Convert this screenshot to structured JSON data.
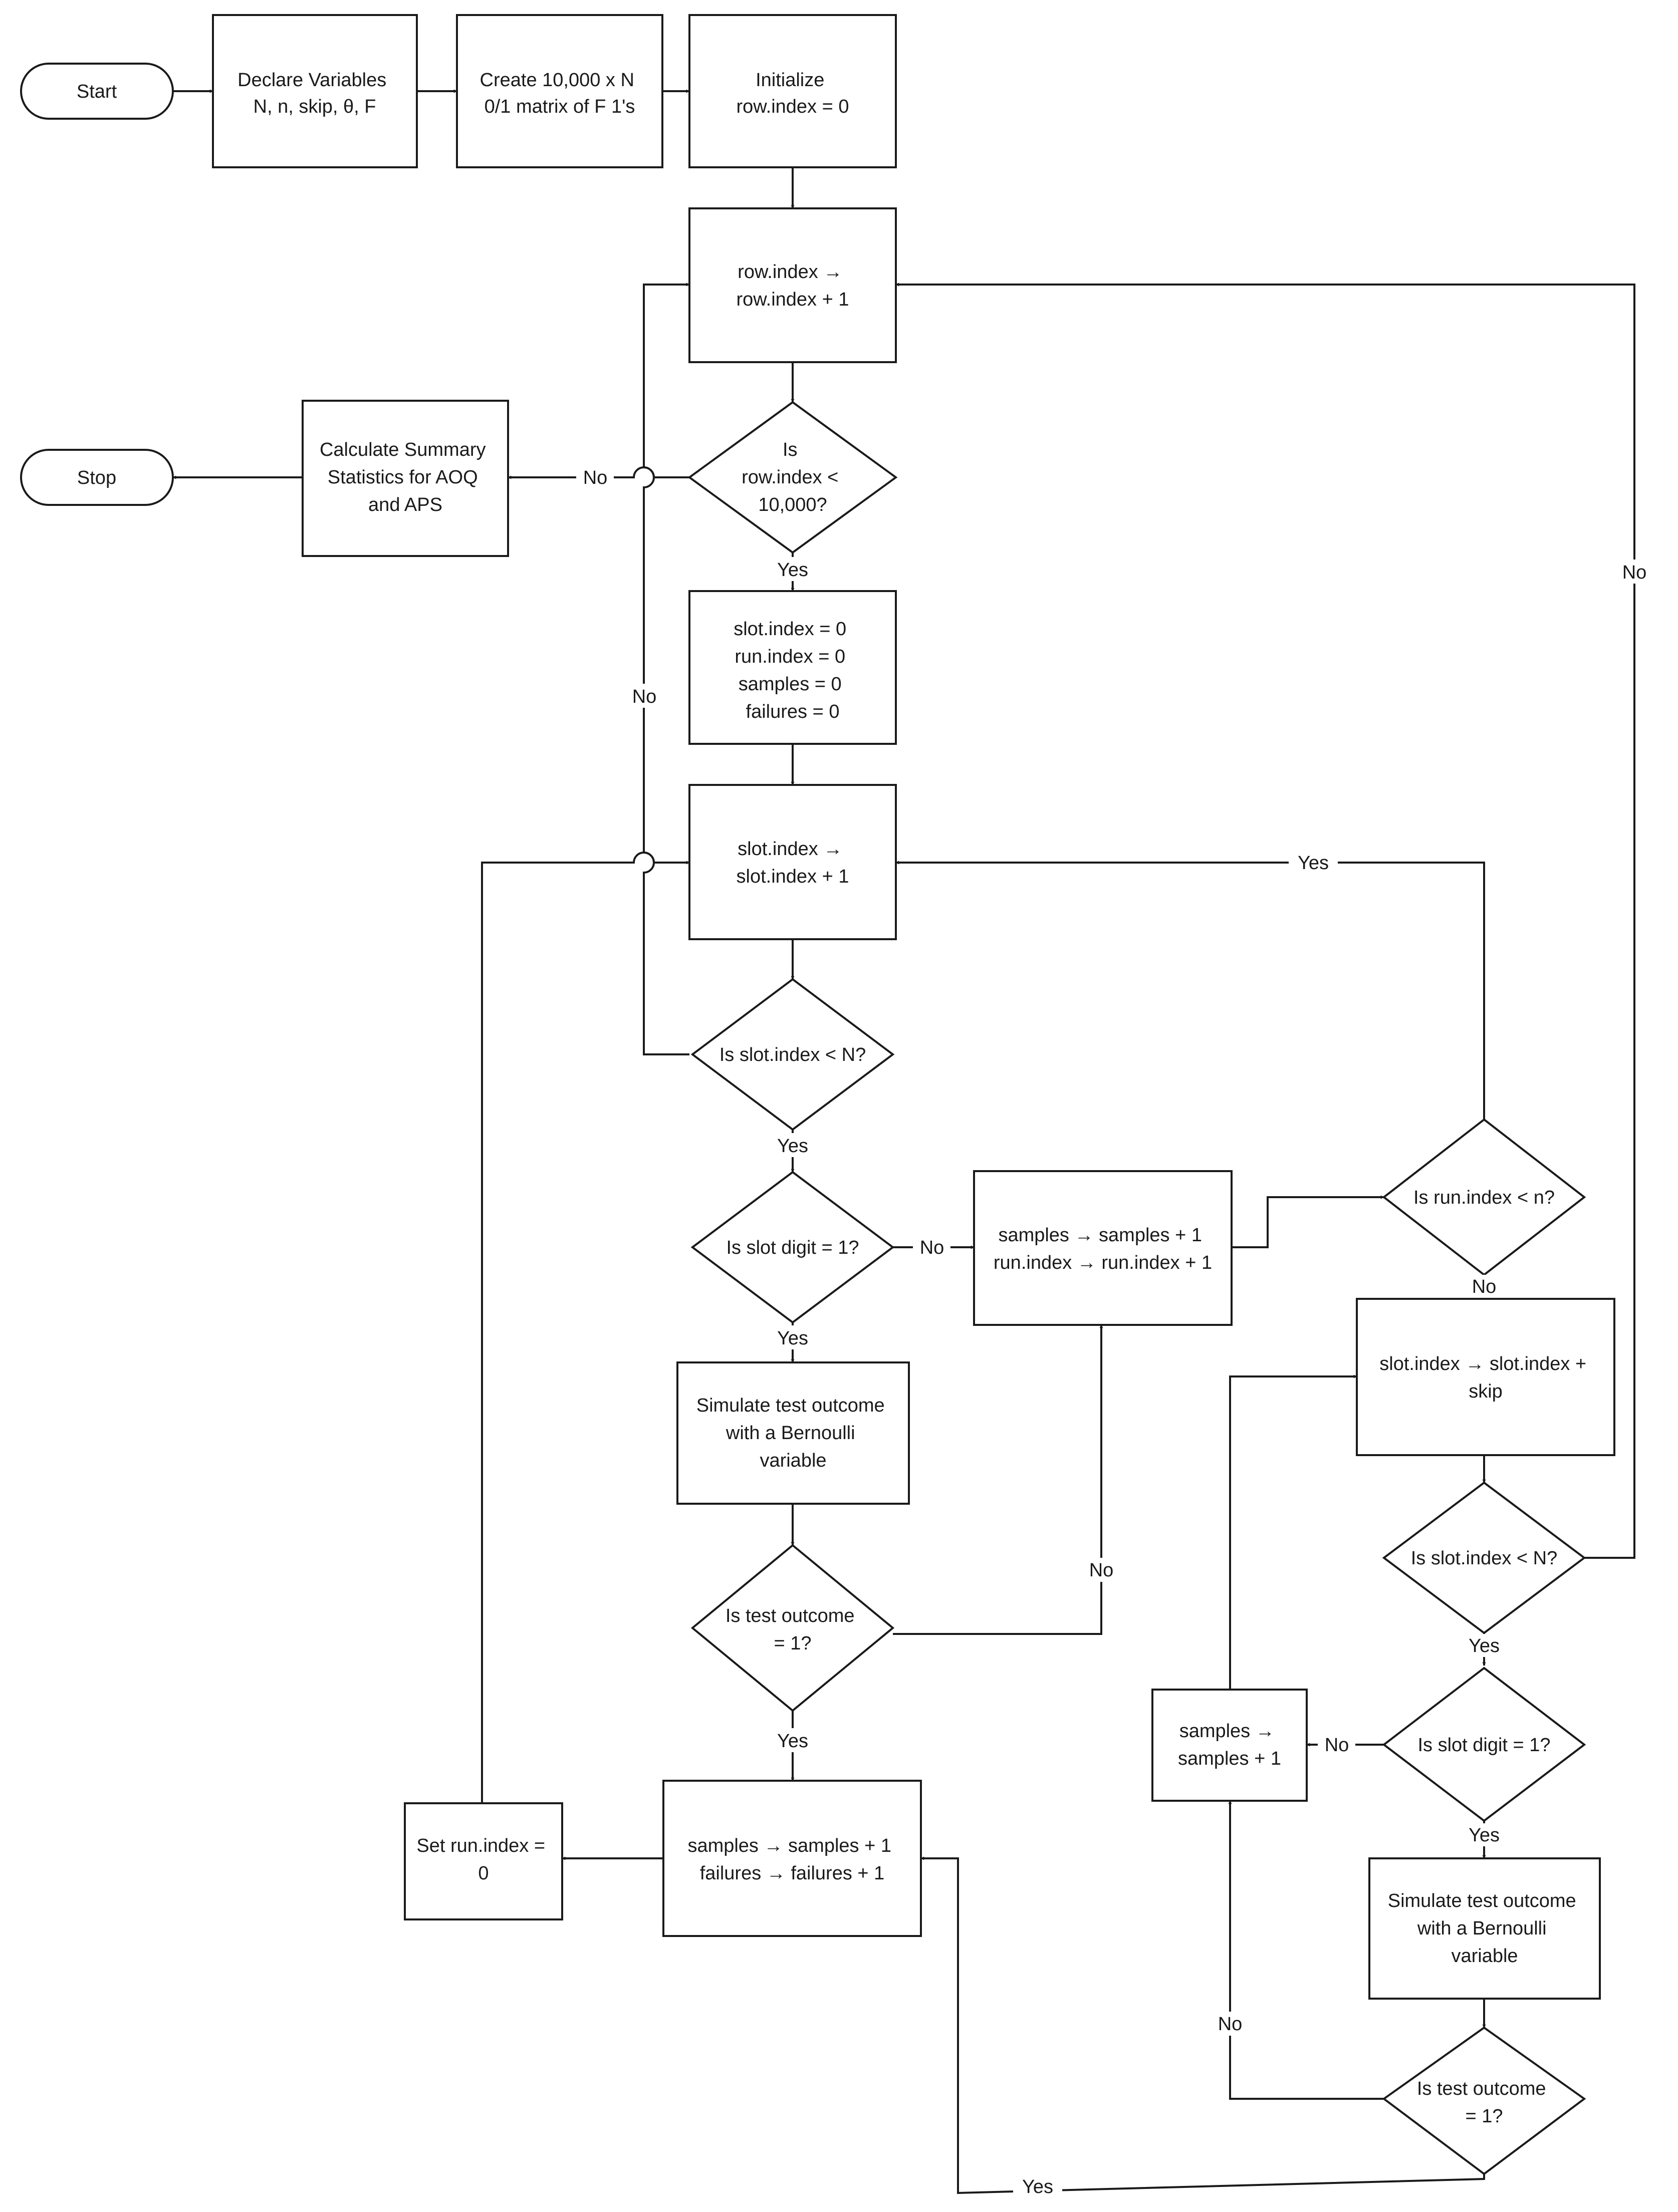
{
  "nodes": {
    "start": "Start",
    "declare": [
      "Declare Variables",
      "N, n, skip, θ, F"
    ],
    "create": [
      "Create 10,000 x N",
      "0/1 matrix of F 1's"
    ],
    "initialize": [
      "Initialize",
      "row.index = 0"
    ],
    "row_incr": [
      "row.index →",
      "row.index + 1"
    ],
    "row_check": [
      "Is",
      "row.index <",
      "10,000?"
    ],
    "summary": [
      "Calculate Summary",
      "Statistics for AOQ",
      "and APS"
    ],
    "stop": "Stop",
    "reset": [
      "slot.index = 0",
      "run.index = 0",
      "samples = 0",
      "failures = 0"
    ],
    "slot_incr": [
      "slot.index →",
      "slot.index + 1"
    ],
    "slot_check": [
      "Is slot.index < N?"
    ],
    "digit_check": [
      "Is slot digit = 1?"
    ],
    "samples_run": [
      "samples → samples + 1",
      "run.index → run.index + 1"
    ],
    "run_check": [
      "Is run.index < n?"
    ],
    "simulate": [
      "Simulate test outcome",
      "with a Bernoulli",
      "variable"
    ],
    "outcome_check": [
      "Is test outcome",
      "= 1?"
    ],
    "samples_fail": [
      "samples → samples + 1",
      "failures → failures + 1"
    ],
    "set_run": [
      "Set run.index =",
      "0"
    ],
    "skip_incr": [
      "slot.index → slot.index +",
      "skip"
    ],
    "slot_check2": [
      "Is slot.index < N?"
    ],
    "digit_check2": [
      "Is slot digit = 1?"
    ],
    "samples_only": [
      "samples →",
      "samples + 1"
    ],
    "simulate2": [
      "Simulate test outcome",
      "with a Bernoulli",
      "variable"
    ],
    "outcome_check2": [
      "Is test outcome",
      "= 1?"
    ]
  },
  "edge_labels": {
    "row_no": "No",
    "row_yes": "Yes",
    "slot_no": "No",
    "slot_yes": "Yes",
    "digit_no": "No",
    "digit_yes": "Yes",
    "outcome_no": "No",
    "outcome_yes": "Yes",
    "run_yes": "Yes",
    "run_no": "No",
    "slot2_no": "No",
    "slot2_yes": "Yes",
    "digit2_no": "No",
    "digit2_yes": "Yes",
    "outcome2_no": "No",
    "outcome2_yes": "Yes"
  }
}
